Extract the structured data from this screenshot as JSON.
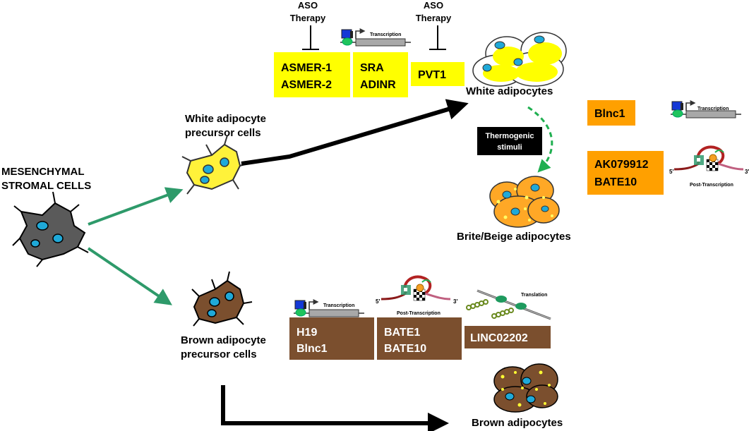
{
  "labels": {
    "msc_line1": "MESENCHYMAL",
    "msc_line2": "STROMAL CELLS",
    "white_precursor_line1": "White  adipocyte",
    "white_precursor_line2": "precursor cells",
    "brown_precursor_line1": "Brown adipocyte",
    "brown_precursor_line2": "precursor  cells",
    "white_adipocytes": "White adipocytes",
    "brite_beige": "Brite/Beige adipocytes",
    "brown_adipocytes": "Brown adipocytes",
    "thermogenic_line1": "Thermogenic",
    "thermogenic_line2": "stimuli",
    "aso_left_line1": "ASO",
    "aso_left_line2": "Therapy",
    "aso_right_line1": "ASO",
    "aso_right_line2": "Therapy"
  },
  "yellow_boxes": {
    "asmer": [
      "ASMER-1",
      "ASMER-2"
    ],
    "sra": [
      "SRA",
      "ADINR"
    ],
    "pvt1": [
      "PVT1"
    ]
  },
  "orange_boxes": {
    "blnc1": [
      "Blnc1"
    ],
    "ak": [
      "AK079912",
      "BATE10"
    ]
  },
  "brown_boxes": {
    "h19": [
      "H19",
      "Blnc1"
    ],
    "bate": [
      "BATE1",
      "BATE10"
    ],
    "linc": [
      "LINC02202"
    ]
  },
  "mechanisms": {
    "transcription": "Transcription",
    "post_transcription": "Post-Transcription",
    "translation": "Translation",
    "five_prime": "5'",
    "three_prime": "3'"
  },
  "colors": {
    "yellow_box": "#FFFF00",
    "orange_box": "#FFA000",
    "brown_box": "#7B4F2E",
    "green_arrow": "#2E9A6A",
    "dashed_arrow": "#1FAF50",
    "white_precursor": "#FFF23A",
    "msc_gray": "#5A5A5A",
    "nucleus_blue": "#1FA9D8"
  }
}
